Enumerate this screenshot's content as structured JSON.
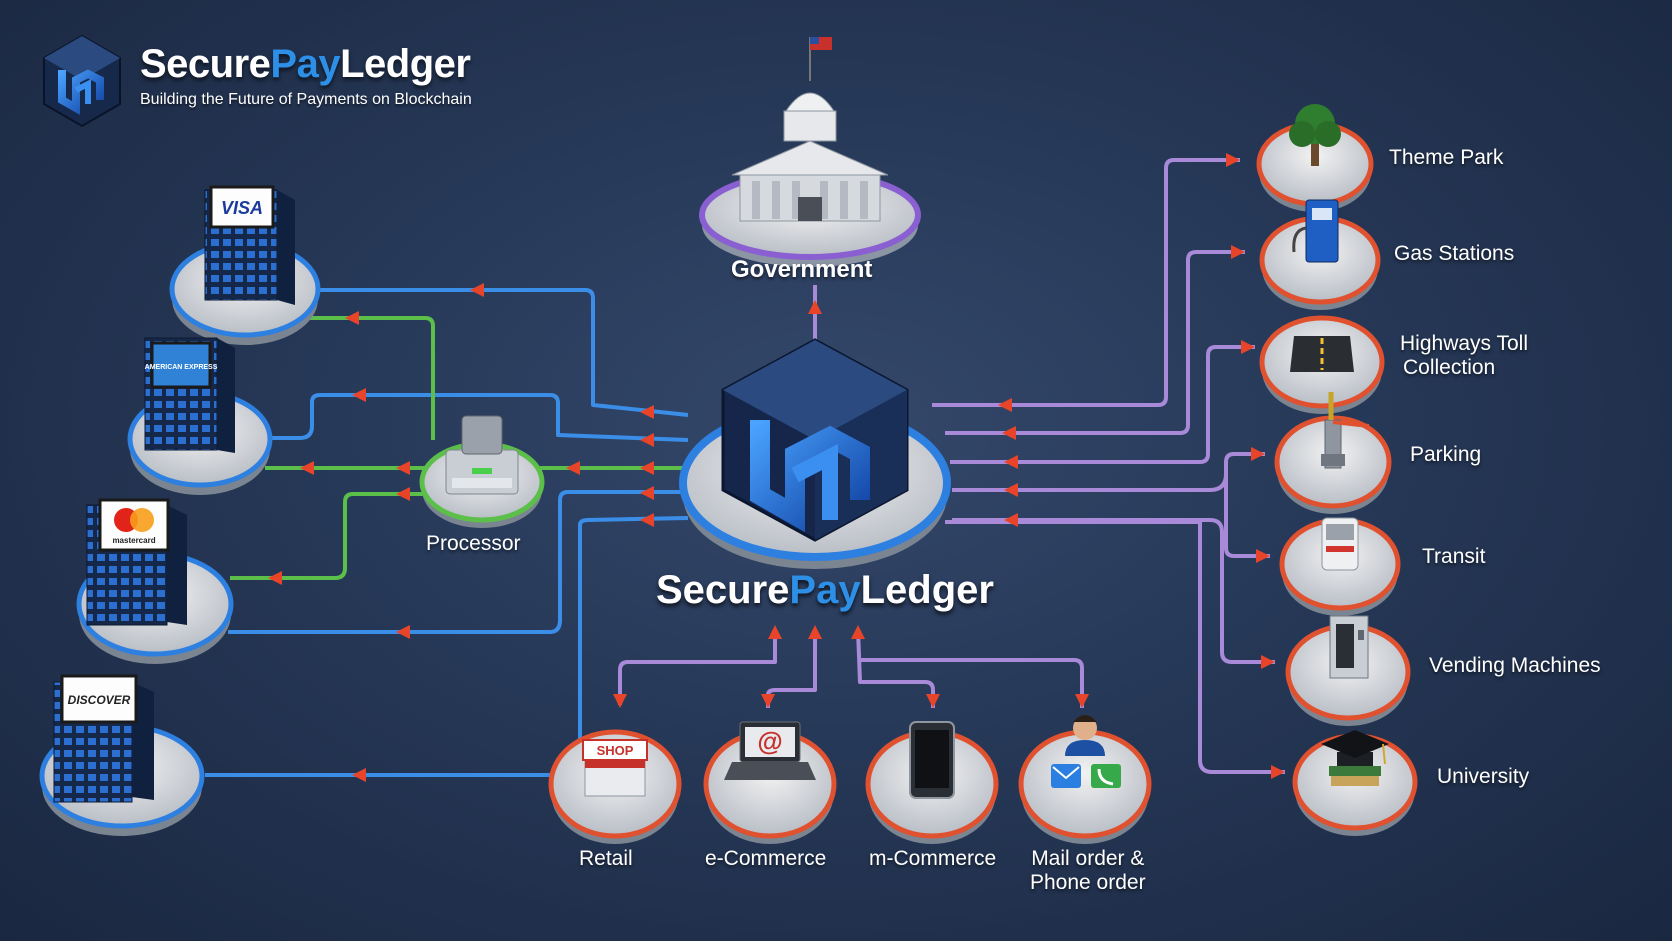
{
  "brand": {
    "name_a": "Secure",
    "name_b": "Pay",
    "name_c": "Ledger",
    "tagline": "Building the Future of Payments on Blockchain"
  },
  "hub": {
    "name_a": "Secure",
    "name_b": "Pay",
    "name_c": "Ledger"
  },
  "government": {
    "label": "Government"
  },
  "processor": {
    "label": "Processor"
  },
  "networks": [
    {
      "id": "visa",
      "logo_text": "VISA"
    },
    {
      "id": "amex",
      "logo_text": "AMERICAN EXPRESS"
    },
    {
      "id": "mastercard",
      "logo_text": "mastercard"
    },
    {
      "id": "discover",
      "logo_text": "DISCOVER"
    }
  ],
  "merchants_bottom": [
    {
      "id": "retail",
      "label": "Retail",
      "sign": "SHOP"
    },
    {
      "id": "ecommerce",
      "label": "e-Commerce",
      "symbol": "@"
    },
    {
      "id": "mcommerce",
      "label": "m-Commerce"
    },
    {
      "id": "mailorder",
      "label_line1": "Mail order &",
      "label_line2": "Phone order"
    }
  ],
  "merchants_right": [
    {
      "id": "theme-park",
      "label": "Theme Park"
    },
    {
      "id": "gas-stations",
      "label": "Gas Stations"
    },
    {
      "id": "highways",
      "label_line1": "Highways Toll",
      "label_line2": "Collection"
    },
    {
      "id": "parking",
      "label": "Parking"
    },
    {
      "id": "transit",
      "label": "Transit"
    },
    {
      "id": "vending",
      "label": "Vending Machines"
    },
    {
      "id": "university",
      "label": "University"
    }
  ],
  "colors": {
    "background": "#263857",
    "blue_line": "#3b8ee8",
    "green_line": "#5cbf4a",
    "purple_line": "#a98ad8",
    "arrow": "#e8442a",
    "brand_accent": "#2d8fe6"
  }
}
